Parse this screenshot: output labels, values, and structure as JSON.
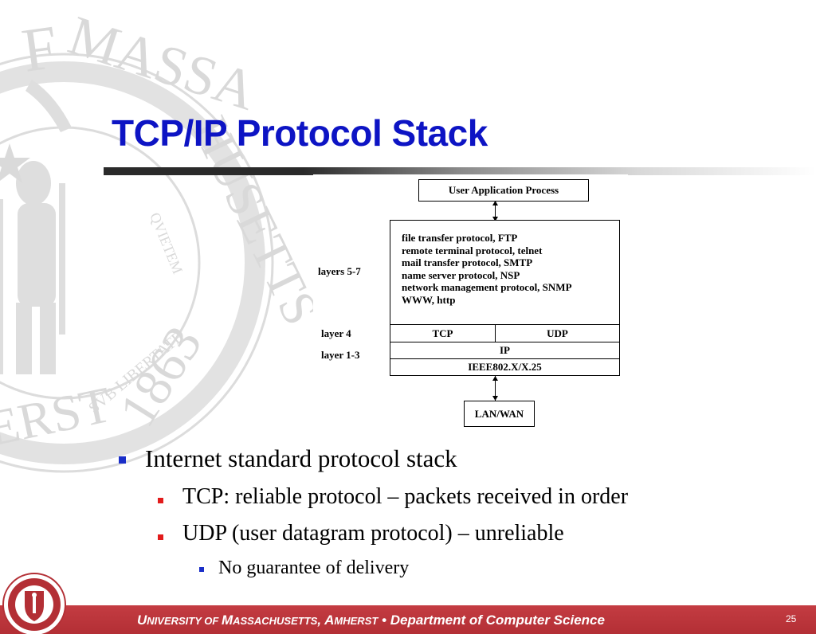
{
  "title": "TCP/IP Protocol Stack",
  "figure": {
    "user_app": "User Application Process",
    "app_protocols": [
      "file transfer protocol, FTP",
      "remote terminal protocol, telnet",
      "mail transfer protocol, SMTP",
      "name server protocol, NSP",
      "network management protocol, SNMP",
      "WWW, http"
    ],
    "tcp": "TCP",
    "udp": "UDP",
    "ip": "IP",
    "link": "IEEE802.X/X.25",
    "lanwan": "LAN/WAN",
    "labels": {
      "layers_5_7": "layers 5-7",
      "layer_4": "layer 4",
      "layer_1_3": "layer 1-3"
    }
  },
  "bullets": {
    "level1": "Internet standard protocol stack",
    "level2": [
      "TCP: reliable protocol – packets received in order",
      "UDP (user datagram protocol) – unreliable"
    ],
    "level3": "No guarantee of delivery"
  },
  "footer": {
    "u": "U",
    "niversity": "NIVERSITY OF ",
    "m": "M",
    "assachusetts": "ASSACHUSETTS",
    "comma": ", ",
    "a": "A",
    "mherst": "MHERST",
    "sep": " • ",
    "dept": "Department of Computer Science",
    "page": "25"
  },
  "watermark": {
    "massa": "MASSA",
    "husetts": "HUSETTS",
    "year": "1863",
    "erst": "ERST",
    "f": "F",
    "sub": "SVB LIBERTATE",
    "quietem": "QVIETEM"
  },
  "colors": {
    "title": "#0d14c4",
    "footer": "#b32f35",
    "bullet_l1": "#1a2ec8",
    "bullet_l2": "#e21b1b"
  }
}
